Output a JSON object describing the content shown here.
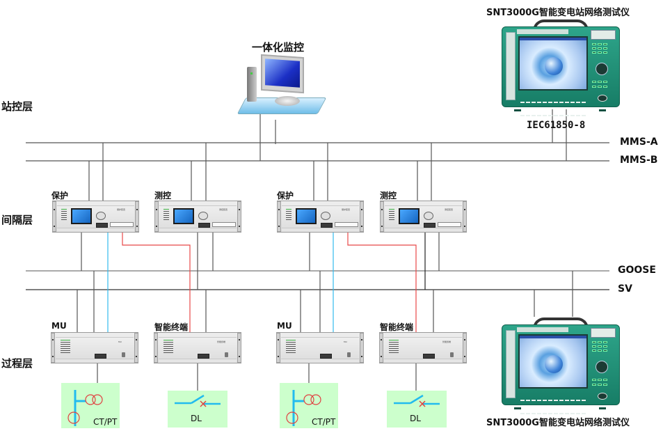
{
  "diagram": {
    "type": "smart substation network architecture",
    "layers": [
      {
        "id": "station",
        "label": "站控层"
      },
      {
        "id": "bay",
        "label": "间隔层"
      },
      {
        "id": "process",
        "label": "过程层"
      }
    ],
    "buses": [
      {
        "id": "mms_a",
        "label": "MMS-A"
      },
      {
        "id": "mms_b",
        "label": "MMS-B"
      },
      {
        "id": "goose",
        "label": "GOOSE"
      },
      {
        "id": "sv",
        "label": "SV"
      }
    ],
    "station_devices": {
      "monitor": {
        "label": "一体化监控",
        "icon": "computer-icon"
      },
      "tester_top": {
        "label": "SNT3000G智能变电站网络测试仪",
        "protocol": "IEC61850-8",
        "icon": "network-tester-icon"
      },
      "tester_bottom": {
        "label": "SNT3000G智能变电站网络测试仪",
        "icon": "network-tester-icon"
      }
    },
    "bay_devices": [
      {
        "label": "保护",
        "panel_tag": "保护装置"
      },
      {
        "label": "测控",
        "panel_tag": "测控装置"
      },
      {
        "label": "保护",
        "panel_tag": "保护装置"
      },
      {
        "label": "测控",
        "panel_tag": "测控装置"
      }
    ],
    "process_devices": [
      {
        "label": "MU",
        "panel_tag": "MU"
      },
      {
        "label": "智能终端",
        "panel_tag": "智能终端"
      },
      {
        "label": "MU",
        "panel_tag": "MU"
      },
      {
        "label": "智能终端",
        "panel_tag": "智能终端"
      }
    ],
    "field_equipment": [
      {
        "label": "CT/PT",
        "symbol": "current-voltage-transformer"
      },
      {
        "label": "DL",
        "symbol": "circuit-breaker"
      },
      {
        "label": "CT/PT",
        "symbol": "current-voltage-transformer"
      },
      {
        "label": "DL",
        "symbol": "circuit-breaker"
      }
    ],
    "colors": {
      "bus_line": "#555555",
      "sv_direct_link": "#33bbee",
      "goose_direct_link": "#e84848",
      "field_background": "#ccffcc",
      "tester_body": "#1f8f74"
    }
  }
}
